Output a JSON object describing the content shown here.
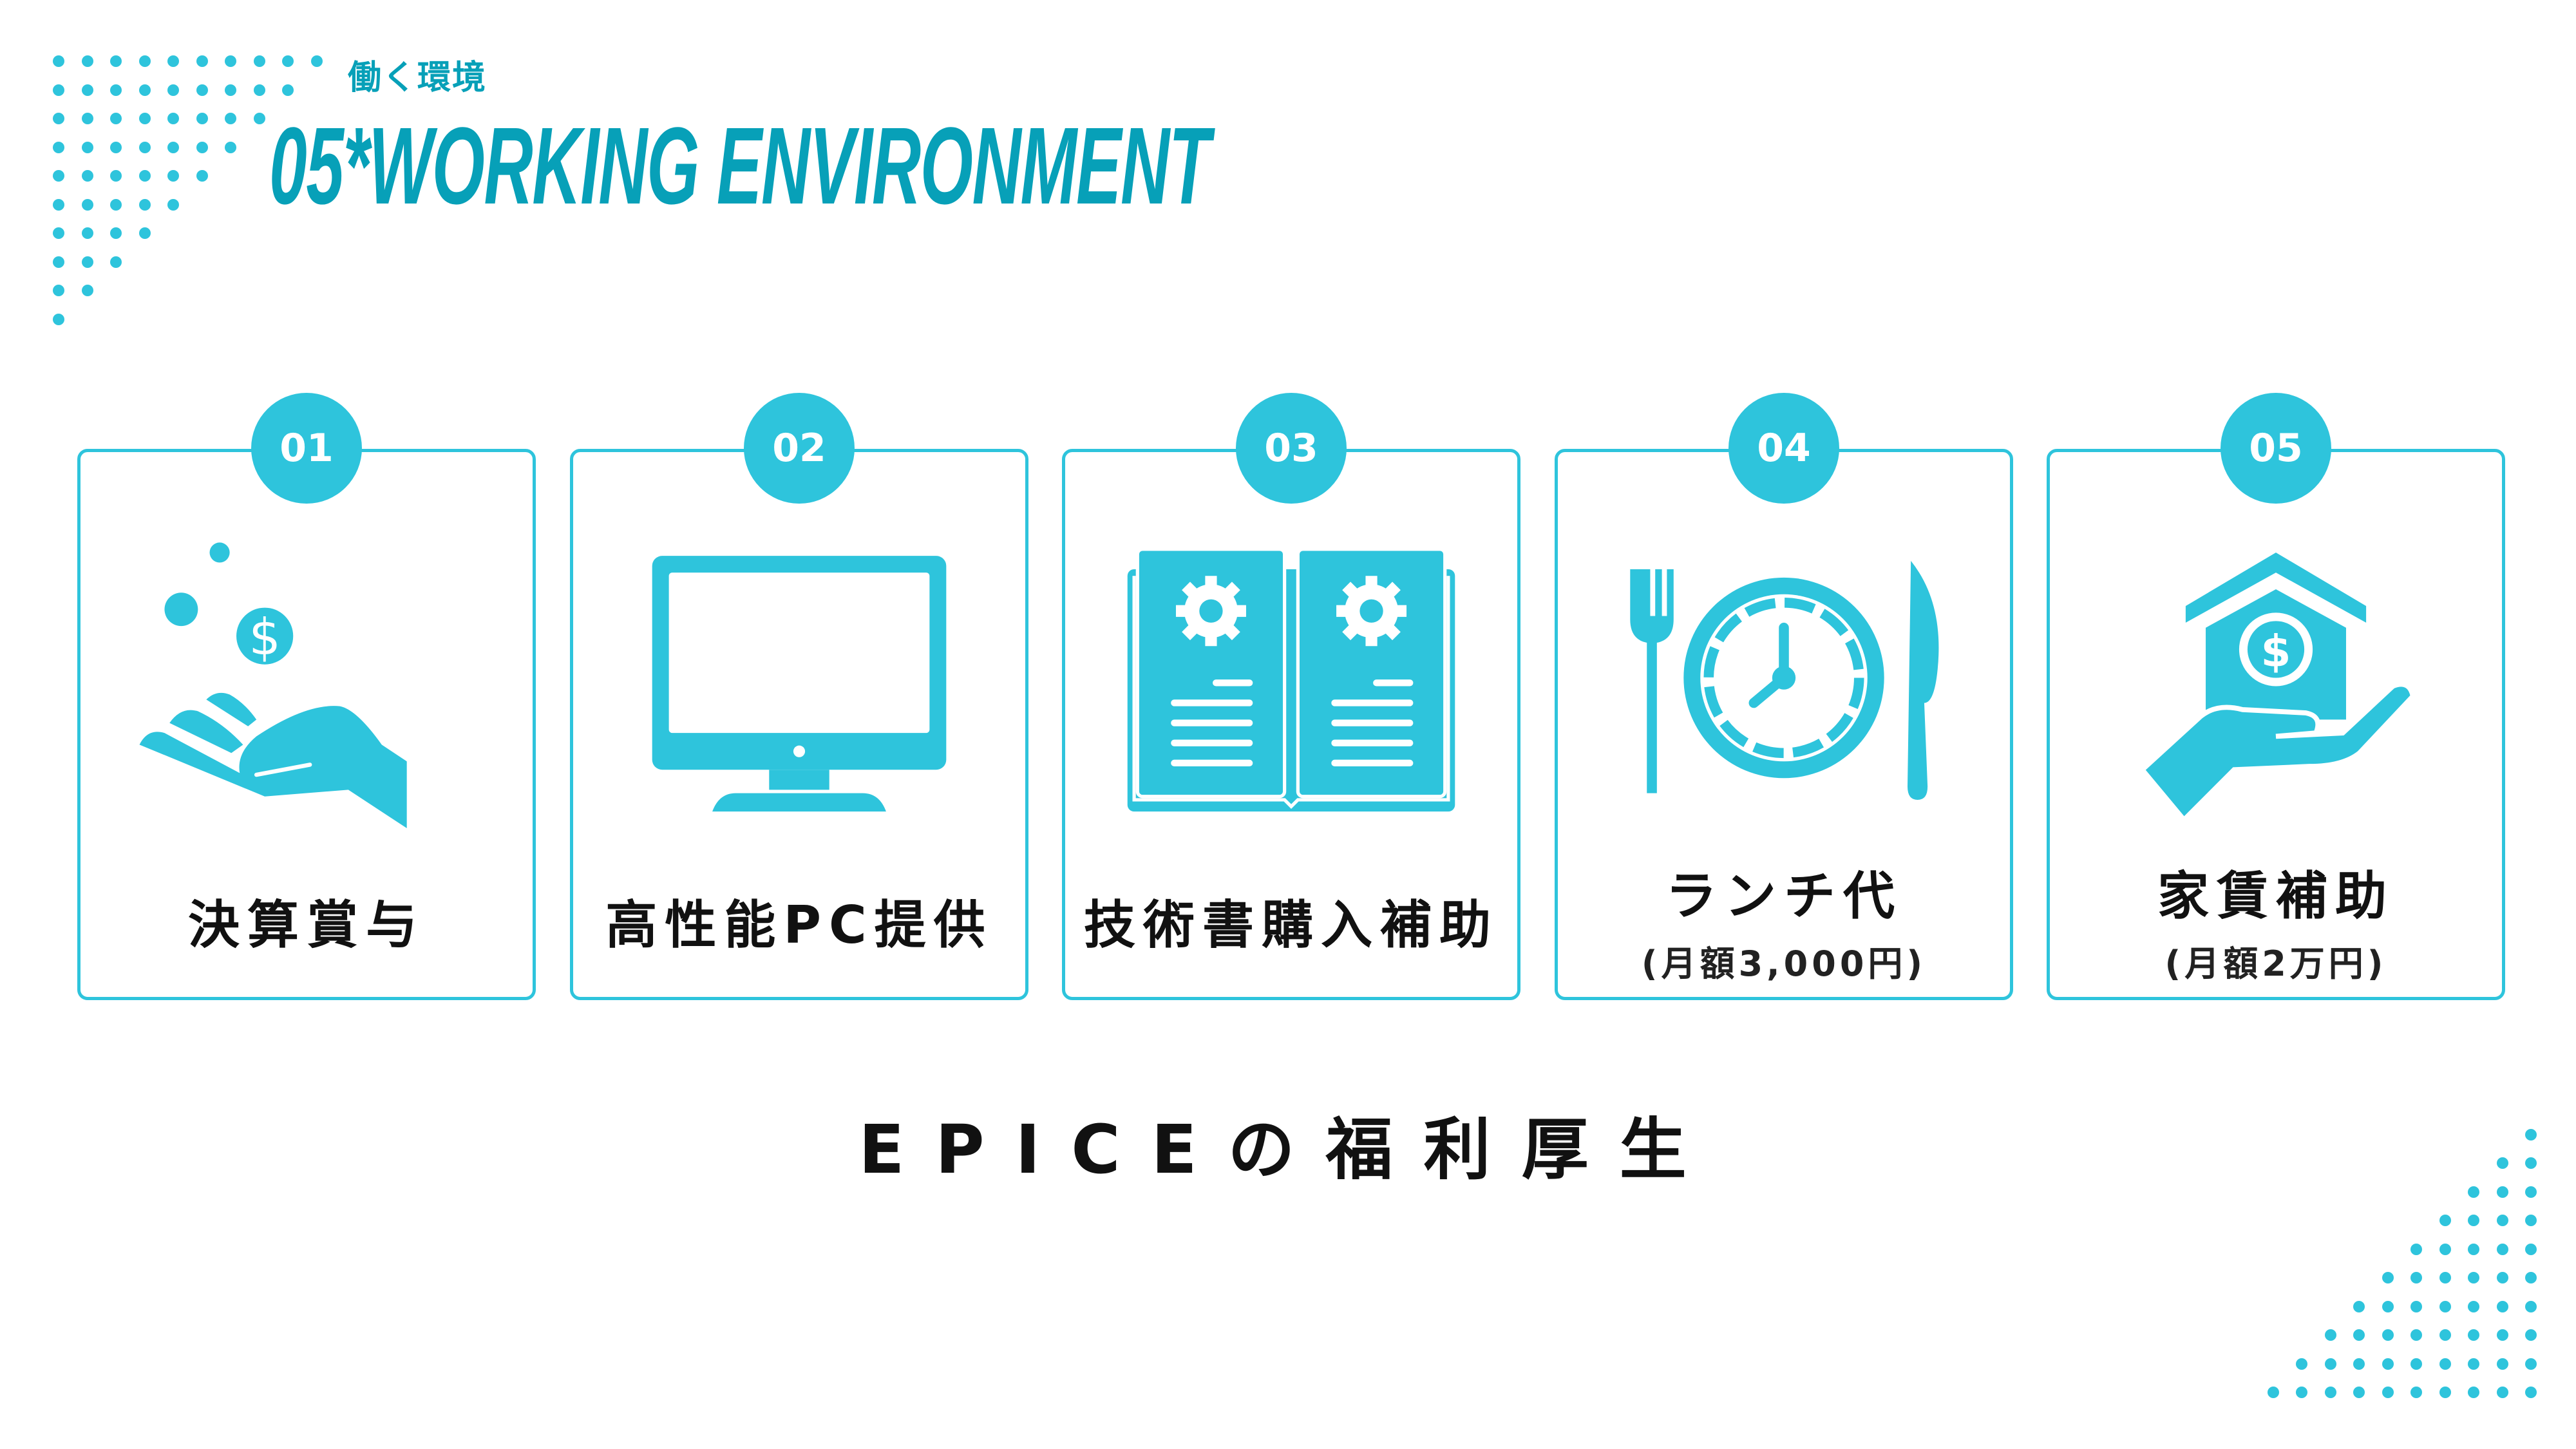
{
  "header": {
    "subtitle": "働く環境",
    "title": "05*WORKING ENVIRONMENT"
  },
  "cards": [
    {
      "number": "01",
      "label": "決算賞与",
      "icon": "hand-coins-icon"
    },
    {
      "number": "02",
      "label": "高性能PC提供",
      "icon": "monitor-icon"
    },
    {
      "number": "03",
      "label": "技術書購入補助",
      "icon": "open-book-gears-icon"
    },
    {
      "number": "04",
      "label": "ランチ代",
      "sub": "(月額3,000円)",
      "icon": "clock-fork-knife-icon"
    },
    {
      "number": "05",
      "label": "家賃補助",
      "sub": "(月額2万円)",
      "icon": "hand-house-coin-icon"
    }
  ],
  "footer": {
    "text": "EPICEの福利厚生"
  },
  "colors": {
    "accent": "#2ec4dc",
    "title": "#07a0b8"
  }
}
